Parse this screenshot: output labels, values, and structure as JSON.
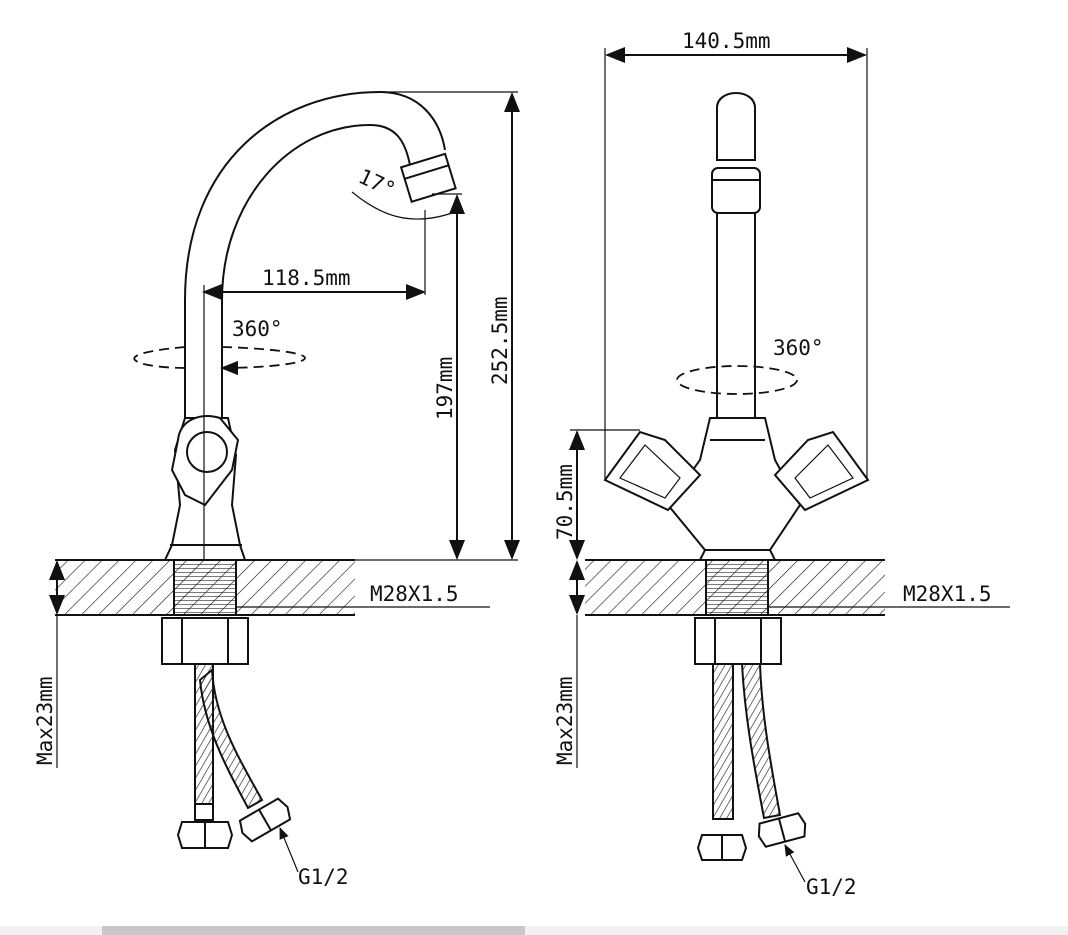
{
  "left_view": {
    "reach": "118.5mm",
    "angle": "17°",
    "rotation": "360°",
    "spout_height": "197mm",
    "total_height": "252.5mm",
    "thread": "M28X1.5",
    "max_deck": "Max23mm",
    "connector": "G1/2"
  },
  "right_view": {
    "width": "140.5mm",
    "rotation": "360°",
    "body_height": "70.5mm",
    "thread": "M28X1.5",
    "max_deck": "Max23mm",
    "connector": "G1/2"
  }
}
